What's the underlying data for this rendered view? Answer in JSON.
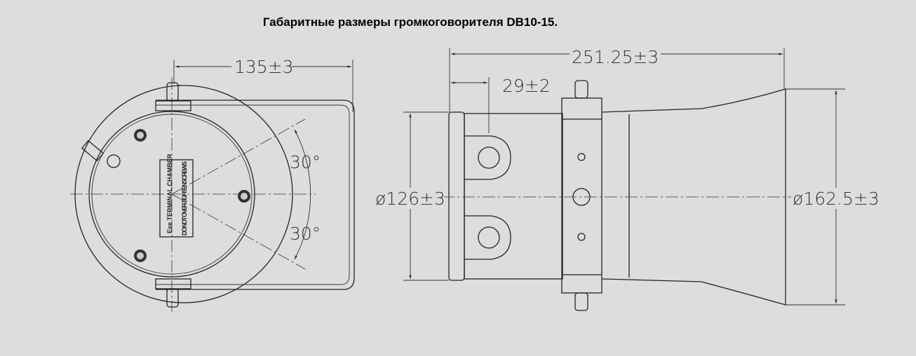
{
  "title": "Габаритные размеры громкоговорителя DB10-15.",
  "front_view": {
    "width_dim": "135±3",
    "angle_top": "30°",
    "angle_bottom": "30°",
    "label_line1": "Exe TERMINAL CHAMBER",
    "label_line2": "DO NOT OVER-TIGHTEN SCREWS"
  },
  "side_view": {
    "length_dim": "251.25±3",
    "offset_dim": "29±2",
    "body_diameter": "ø126±3",
    "horn_diameter": "ø162.5±3"
  },
  "colors": {
    "background": "#dcdddf",
    "line": "#222222"
  }
}
